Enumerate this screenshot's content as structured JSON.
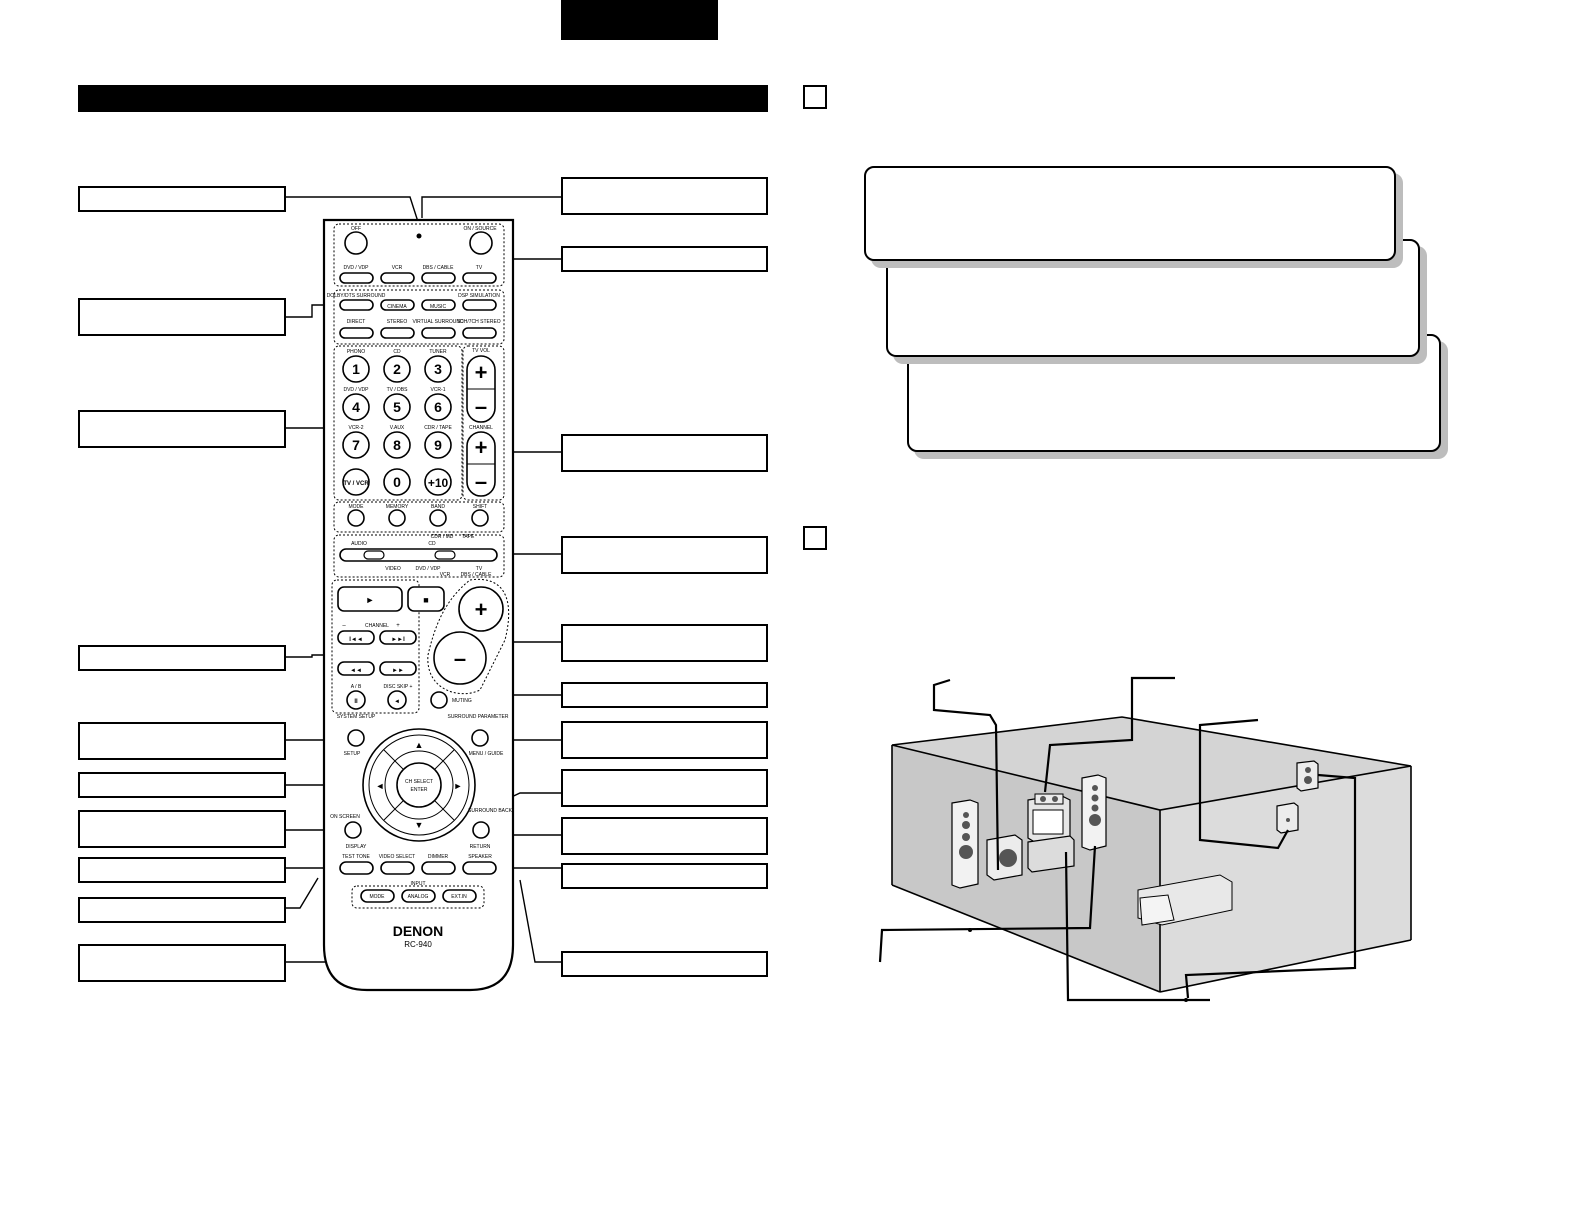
{
  "page": {
    "header_tab": "",
    "section_bar": ""
  },
  "remote": {
    "brand": "DENON",
    "model": "RC-940",
    "top_buttons": {
      "off": "OFF",
      "on_source": "ON / SOURCE"
    },
    "source_buttons": [
      "DVD / VDP",
      "VCR",
      "DBS / CABLE",
      "TV"
    ],
    "mode_labels": [
      "DOLBY/DTS SURROUND",
      "CINEMA",
      "MUSIC",
      "DSP SIMULATION",
      "DIRECT",
      "STEREO",
      "VIRTUAL SURROUND",
      "5CH/7CH STEREO"
    ],
    "numpad": [
      {
        "top": "PHONO",
        "key": "1"
      },
      {
        "top": "CD",
        "key": "2"
      },
      {
        "top": "TUNER",
        "key": "3"
      },
      {
        "top": "DVD / VDP",
        "key": "4"
      },
      {
        "top": "TV / DBS",
        "key": "5"
      },
      {
        "top": "VCR-1",
        "key": "6"
      },
      {
        "top": "VCR-2",
        "key": "7"
      },
      {
        "top": "V.AUX",
        "key": "8"
      },
      {
        "top": "CDR / TAPE",
        "key": "9"
      },
      {
        "top": "",
        "key": "TV / VCR"
      },
      {
        "top": "",
        "key": "0"
      },
      {
        "top": "",
        "key": "+10"
      }
    ],
    "tv_vol": "TV VOL",
    "channel": "CHANNEL",
    "bank_buttons": [
      "MODE",
      "MEMORY",
      "BAND",
      "SHIFT"
    ],
    "switch_labels": {
      "audio": "AUDIO",
      "cdr_md": "CDR / MD",
      "tape": "TAPE",
      "cd": "CD",
      "video": "VIDEO",
      "dvd_vdp": "DVD / VDP",
      "tv": "TV",
      "vcr": "VCR",
      "dbs_cable": "DBS / CABLE"
    },
    "transport": {
      "play": "►",
      "stop": "■",
      "channel": "CHANNEL",
      "minus": "–",
      "plus": "+",
      "prev": "I◄◄",
      "next": "►►I",
      "rew": "◄◄",
      "ff": "►►",
      "ab": "A / B",
      "disc_skip": "DISC SKIP +",
      "pause": "II",
      "skip": "◄"
    },
    "volume": {
      "plus": "+",
      "minus": "–"
    },
    "muting": "MUTING",
    "nav": {
      "system_setup": "SYSTEM SETUP",
      "setup": "SETUP",
      "surround_parameter": "SURROUND PARAMETER",
      "menu_guide": "MENU / GUIDE",
      "ch_select": "CH SELECT",
      "enter": "ENTER",
      "surround_back": "SURROUND BACK",
      "return": "RETURN",
      "on_screen": "ON SCREEN",
      "display": "DISPLAY"
    },
    "bottom_buttons": [
      "TEST TONE",
      "VIDEO SELECT",
      "DIMMER",
      "SPEAKER"
    ],
    "input_label": "INPUT",
    "input_buttons": [
      "MODE",
      "ANALOG",
      "EXT.IN"
    ]
  }
}
